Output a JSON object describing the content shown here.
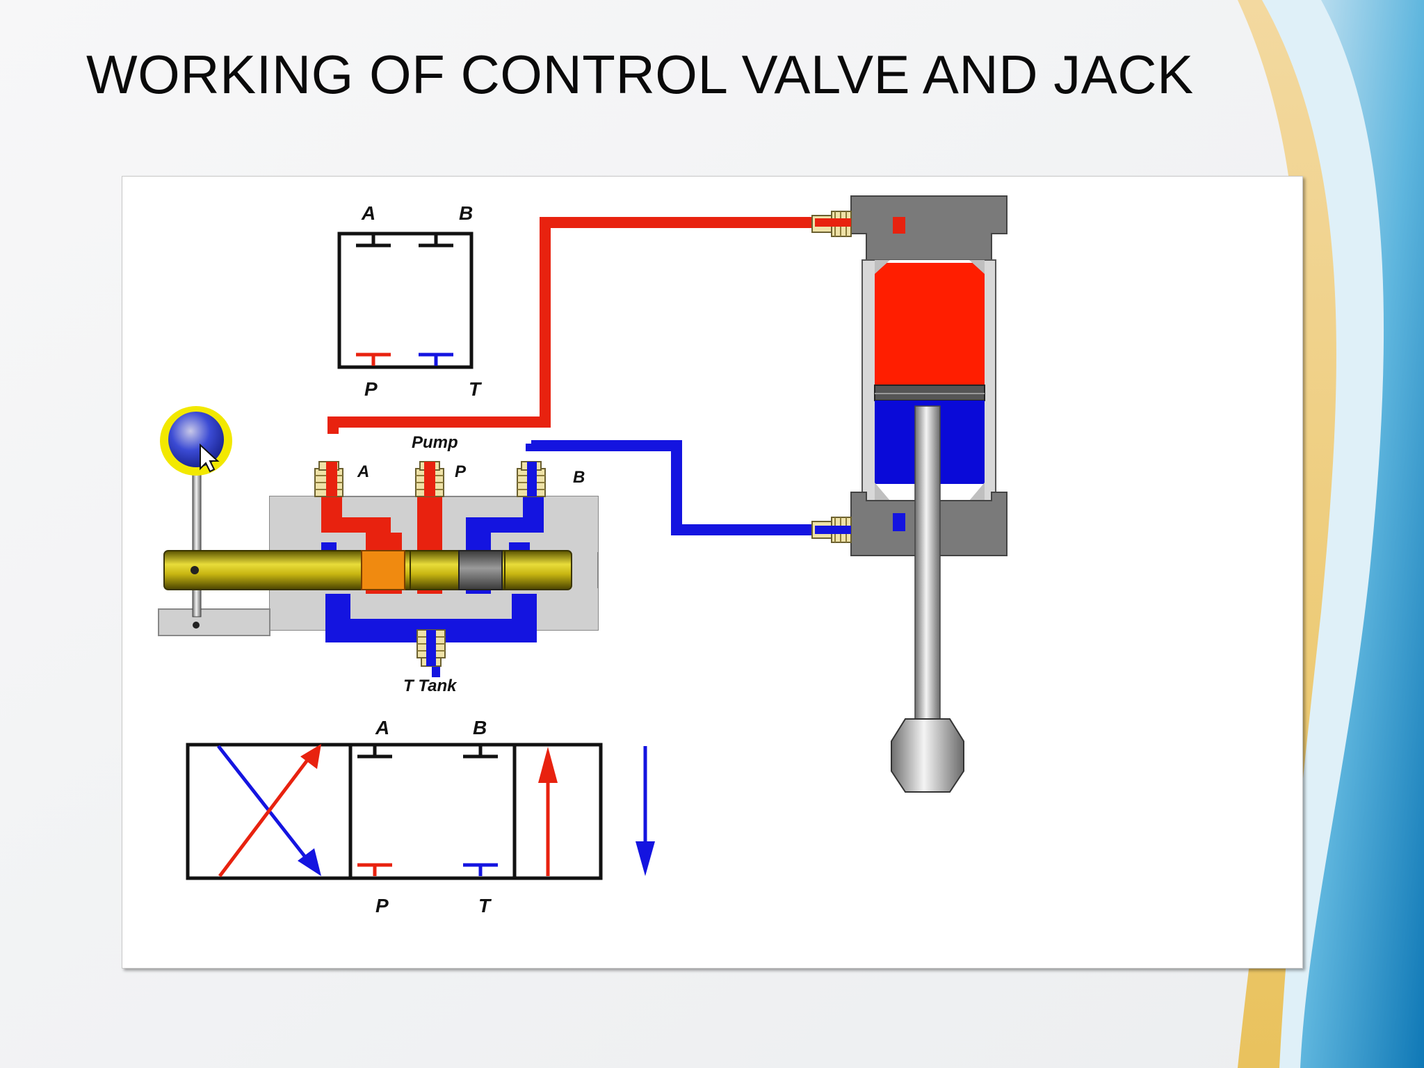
{
  "slide": {
    "title": "WORKING OF CONTROL VALVE AND JACK"
  },
  "colors": {
    "pressure": "#e8220f",
    "return": "#1414e0",
    "body": "#d0d0d0",
    "fitting": "#efe2a8",
    "spool": "#c9b618",
    "accent_orange": "#f08a10",
    "cylinder": "#7a7a7a",
    "handle_ring": "#f2e800",
    "handle_knob": "#2f3fd0"
  },
  "symbol_top": {
    "port_a": "A",
    "port_b": "B",
    "port_p": "P",
    "port_t": "T"
  },
  "valve_body": {
    "pump_label": "Pump",
    "port_a": "A",
    "port_p": "P",
    "port_b": "B",
    "tank_label": "T Tank"
  },
  "symbol_bottom": {
    "port_a": "A",
    "port_b": "B",
    "port_p": "P",
    "port_t": "T"
  }
}
